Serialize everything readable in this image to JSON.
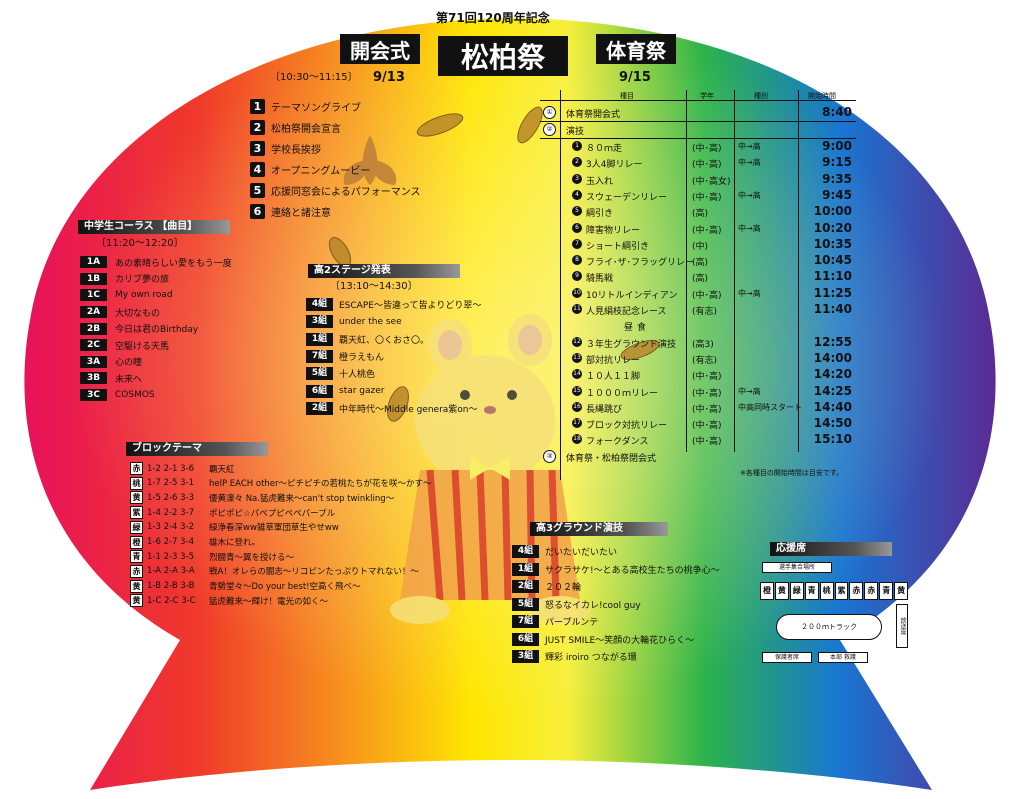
{
  "header": {
    "top_line": "第71回120周年記念",
    "title": "松柏祭",
    "opening_label": "開会式",
    "opening_time": "〔10:30～11:15〕",
    "opening_date": "9/13",
    "sports_label": "体育祭",
    "sports_date": "9/15"
  },
  "opening_program": [
    {
      "n": "1",
      "label": "テーマソングライブ"
    },
    {
      "n": "2",
      "label": "松柏祭開会宣言"
    },
    {
      "n": "3",
      "label": "学校長挨拶"
    },
    {
      "n": "4",
      "label": "オープニングムービー"
    },
    {
      "n": "5",
      "label": "応援同窓会によるパフォーマンス"
    },
    {
      "n": "6",
      "label": "連絡と諸注意"
    }
  ],
  "chorus": {
    "title": "中学生コーラス 【曲目】",
    "time": "〔11:20～12:20〕",
    "items": [
      {
        "cls": "1A",
        "song": "あの素晴らしい愛をもう一度"
      },
      {
        "cls": "1B",
        "song": "カリブ夢の旅"
      },
      {
        "cls": "1C",
        "song": "My own road"
      },
      {
        "cls": "2A",
        "song": "大切なもの"
      },
      {
        "cls": "2B",
        "song": "今日は君のBirthday"
      },
      {
        "cls": "2C",
        "song": "空駆ける天馬"
      },
      {
        "cls": "3A",
        "song": "心の瞳"
      },
      {
        "cls": "3B",
        "song": "未来へ"
      },
      {
        "cls": "3C",
        "song": "COSMOS"
      }
    ]
  },
  "stage2": {
    "title": "高2ステージ発表",
    "time": "〔13:10～14:30〕",
    "items": [
      {
        "grp": "4組",
        "text": "ESCAPE～皆違って皆よりどり翠～"
      },
      {
        "grp": "3組",
        "text": "under the see"
      },
      {
        "grp": "1組",
        "text": "覇天紅、〇くおさ〇。"
      },
      {
        "grp": "7組",
        "text": "橙ラえもん"
      },
      {
        "grp": "5組",
        "text": "十人桃色"
      },
      {
        "grp": "6組",
        "text": "star gazer"
      },
      {
        "grp": "2組",
        "text": "中年時代～Middle genera紫on～"
      }
    ]
  },
  "block_theme": {
    "title": "ブロックテーマ",
    "items": [
      {
        "c": "赤",
        "codes": "1-2 2-1 3-6",
        "text": "覇天紅"
      },
      {
        "c": "桃",
        "codes": "1-7 2-5 3-1",
        "text": "helP EACH other～ピチピチの若桃たちが花を咲～かす～"
      },
      {
        "c": "黄",
        "codes": "1-5 2-6 3-3",
        "text": "優黄凜々 Na.猛虎難来～can't stop twinkling～"
      },
      {
        "c": "紫",
        "codes": "1-4 2-2 3-7",
        "text": "ポピポピ☆パペプピペペパープル"
      },
      {
        "c": "緑",
        "codes": "1-3 2-4 3-2",
        "text": "緑浄春深ww雑草軍団草生やせww"
      },
      {
        "c": "橙",
        "codes": "1-6 2-7 3-4",
        "text": "雄木に登れ。"
      },
      {
        "c": "青",
        "codes": "1-1 2-3 3-5",
        "text": "烈闘青～翼を授ける～"
      },
      {
        "c": "赤",
        "codes": "1-A 2-A 3-A",
        "text": "戦A！オレらの闘志～リコピンたっぷりトマれない！～"
      },
      {
        "c": "黄",
        "codes": "1-B 2-B 3-B",
        "text": "青勢堂々～Do your best!空高く飛べ～"
      },
      {
        "c": "黄",
        "codes": "1-C 2-C 3-C",
        "text": "猛虎難来～輝け！電光の如く～"
      }
    ]
  },
  "schedule": {
    "headers": [
      "種目",
      "学年",
      "種別",
      "開始時間"
    ],
    "rows": [
      {
        "a": "①",
        "b": "体育祭開会式",
        "c": "",
        "d": "",
        "t": "8:40",
        "style": "o"
      },
      {
        "a": "②",
        "b": "演技",
        "c": "",
        "d": "",
        "t": "",
        "style": "o"
      },
      {
        "a": "1",
        "b": "８０ｍ走",
        "c": "(中･高)",
        "d": "中→高",
        "t": "9:00",
        "style": "f"
      },
      {
        "a": "2",
        "b": "3人4脚リレー",
        "c": "(中･高)",
        "d": "中→高",
        "t": "9:15",
        "style": "f"
      },
      {
        "a": "3",
        "b": "玉入れ",
        "c": "(中･高女)",
        "d": "",
        "t": "9:35",
        "style": "f"
      },
      {
        "a": "4",
        "b": "スウェーデンリレー",
        "c": "(中･高)",
        "d": "中→高",
        "t": "9:45",
        "style": "f"
      },
      {
        "a": "5",
        "b": "綱引き",
        "c": "(高)",
        "d": "",
        "t": "10:00",
        "style": "f"
      },
      {
        "a": "6",
        "b": "障害物リレー",
        "c": "(中･高)",
        "d": "中→高",
        "t": "10:20",
        "style": "f"
      },
      {
        "a": "7",
        "b": "ショート綱引き",
        "c": "(中)",
        "d": "",
        "t": "10:35",
        "style": "f"
      },
      {
        "a": "8",
        "b": "フライ･ザ･フラッグリレー",
        "c": "(高)",
        "d": "",
        "t": "10:45",
        "style": "f"
      },
      {
        "a": "9",
        "b": "騎馬戦",
        "c": "(高)",
        "d": "",
        "t": "11:10",
        "style": "f"
      },
      {
        "a": "10",
        "b": "10リトルインディアン",
        "c": "(中･高)",
        "d": "中→高",
        "t": "11:25",
        "style": "f"
      },
      {
        "a": "11",
        "b": "人見絹枝記念レース",
        "c": "(有志)",
        "d": "",
        "t": "11:40",
        "style": "f"
      },
      {
        "a": "",
        "b": "昼食",
        "c": "",
        "d": "",
        "t": "",
        "style": "lunch"
      },
      {
        "a": "12",
        "b": "３年生グラウンド演技",
        "c": "(高3)",
        "d": "",
        "t": "12:55",
        "style": "f"
      },
      {
        "a": "13",
        "b": "部対抗リレー",
        "c": "(有志)",
        "d": "",
        "t": "14:00",
        "style": "f"
      },
      {
        "a": "14",
        "b": "１０人１１脚",
        "c": "(中･高)",
        "d": "",
        "t": "14:20",
        "style": "f"
      },
      {
        "a": "15",
        "b": "１０００ｍリレー",
        "c": "(中･高)",
        "d": "中→高",
        "t": "14:25",
        "style": "f"
      },
      {
        "a": "16",
        "b": "長縄跳び",
        "c": "(中･高)",
        "d": "中高同時スタート",
        "t": "14:40",
        "style": "f"
      },
      {
        "a": "17",
        "b": "ブロック対抗リレー",
        "c": "(中･高)",
        "d": "",
        "t": "14:50",
        "style": "f"
      },
      {
        "a": "18",
        "b": "フォークダンス",
        "c": "(中･高)",
        "d": "",
        "t": "15:10",
        "style": "f"
      },
      {
        "a": "③",
        "b": "体育祭・松柏祭閉会式",
        "c": "",
        "d": "",
        "t": "",
        "style": "o"
      }
    ],
    "note": "※各種目の開始時間は目安です。"
  },
  "ground3": {
    "title": "高3グラウンド演技",
    "items": [
      {
        "grp": "4組",
        "text": "だいたいだいたい"
      },
      {
        "grp": "1組",
        "text": "サクラサケ!～とある高校生たちの桃争心～"
      },
      {
        "grp": "2組",
        "text": "２０２輪"
      },
      {
        "grp": "5組",
        "text": "怒るなイカレ!cool guy"
      },
      {
        "grp": "7組",
        "text": "パープルンテ"
      },
      {
        "grp": "6組",
        "text": "JUST SMILE～笑顔の大輪花ひらく～"
      },
      {
        "grp": "3組",
        "text": "輝彩 iroiro つながる環"
      }
    ]
  },
  "seating": {
    "title": "応援席",
    "top_label": "選手集合場所",
    "blocks": [
      "橙",
      "黄",
      "緑",
      "青",
      "桃",
      "紫",
      "赤",
      "赤",
      "青",
      "黄"
    ],
    "track": "２００ｍトラック",
    "side_label": "放送席",
    "bottom_left": "保護者席",
    "bottom_right": "本部 救護"
  },
  "colors": {
    "red": "#e8104a",
    "orange": "#f57c1f",
    "yellow": "#ffe600",
    "green": "#2bb34a",
    "blue": "#1f6fd1",
    "purple": "#6a2c91"
  }
}
